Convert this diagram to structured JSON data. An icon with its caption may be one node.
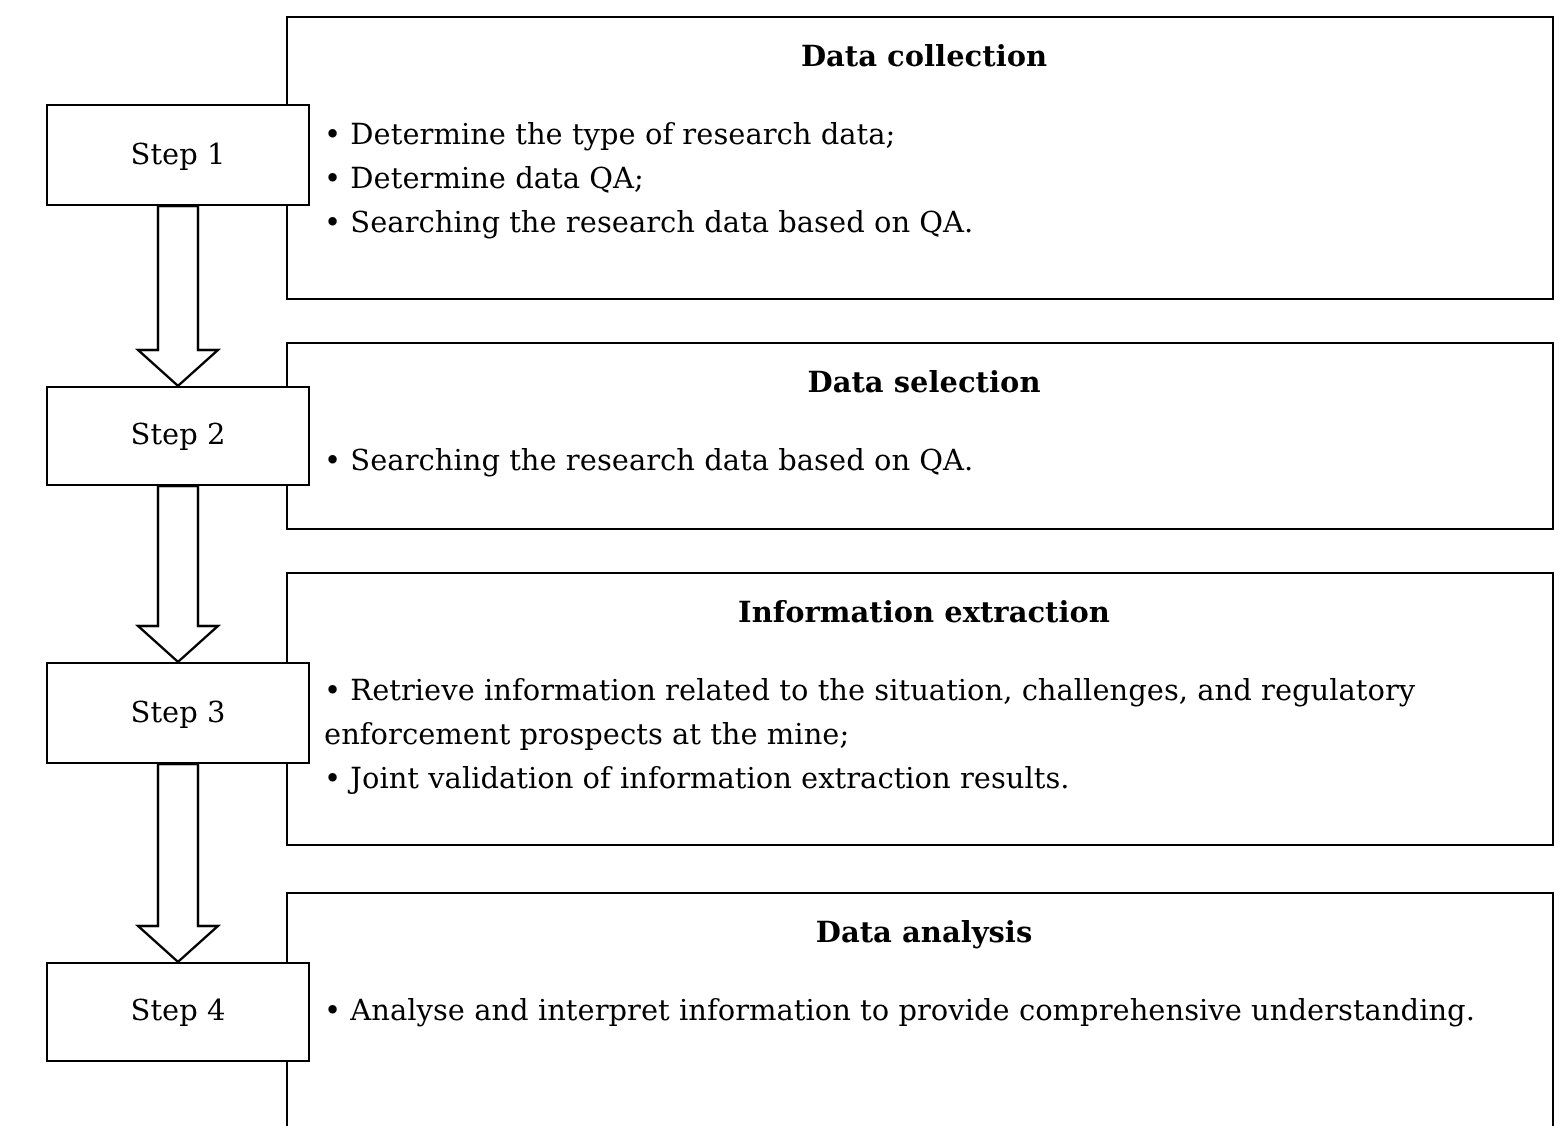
{
  "diagram": {
    "nodes": [
      {
        "text": [
          "Data collection",
          "• Determine the type of research data;",
          "• Determine data QA;",
          "• Searching the research data based on QA."
        ]
      },
      {
        "text": [
          "Step 1"
        ]
      },
      {
        "text": [
          "Data selection",
          "• Searching the research data based on QA."
        ]
      },
      {
        "text": [
          "Step 2"
        ]
      },
      {
        "text": [
          "Information extraction",
          "• Retrieve information related to the situation, challenges, and regulatory enforcement prospects at the mine;",
          "• Joint validation of information extraction results."
        ]
      },
      {
        "text": [
          "Step 3"
        ]
      },
      {
        "text": [
          "Data analysis",
          "• Analyse and interpret information to provide comprehensive understanding."
        ]
      },
      {
        "text": [
          "Step 4"
        ]
      }
    ],
    "edges": [
      {
        "from": 1,
        "to": 3,
        "arrow": "to"
      },
      {
        "from": 3,
        "to": 5,
        "arrow": "to"
      },
      {
        "from": 5,
        "to": 7,
        "arrow": "to"
      }
    ]
  }
}
